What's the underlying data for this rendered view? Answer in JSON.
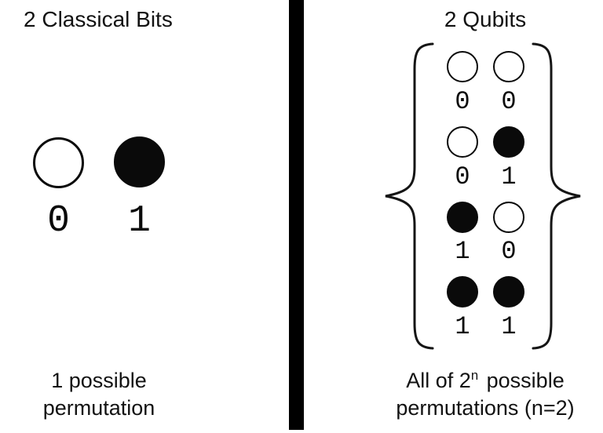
{
  "colors": {
    "ink": "#000000",
    "background": "#ffffff"
  },
  "left_panel": {
    "title": "2 Classical Bits",
    "bits": [
      {
        "value": "0",
        "fill": "white"
      },
      {
        "value": "1",
        "fill": "black"
      }
    ],
    "caption": {
      "line1": "1 possible",
      "line2": "permutation"
    }
  },
  "right_panel": {
    "title": "2 Qubits",
    "rows": [
      {
        "bits": [
          {
            "value": "0",
            "fill": "white"
          },
          {
            "value": "0",
            "fill": "white"
          }
        ]
      },
      {
        "bits": [
          {
            "value": "0",
            "fill": "white"
          },
          {
            "value": "1",
            "fill": "black"
          }
        ]
      },
      {
        "bits": [
          {
            "value": "1",
            "fill": "black"
          },
          {
            "value": "0",
            "fill": "white"
          }
        ]
      },
      {
        "bits": [
          {
            "value": "1",
            "fill": "black"
          },
          {
            "value": "1",
            "fill": "black"
          }
        ]
      }
    ],
    "caption": {
      "line1_prefix": "All of 2",
      "line1_sup": "n",
      "line1_suffix": " possible",
      "line2": "permutations (n=2)"
    }
  }
}
